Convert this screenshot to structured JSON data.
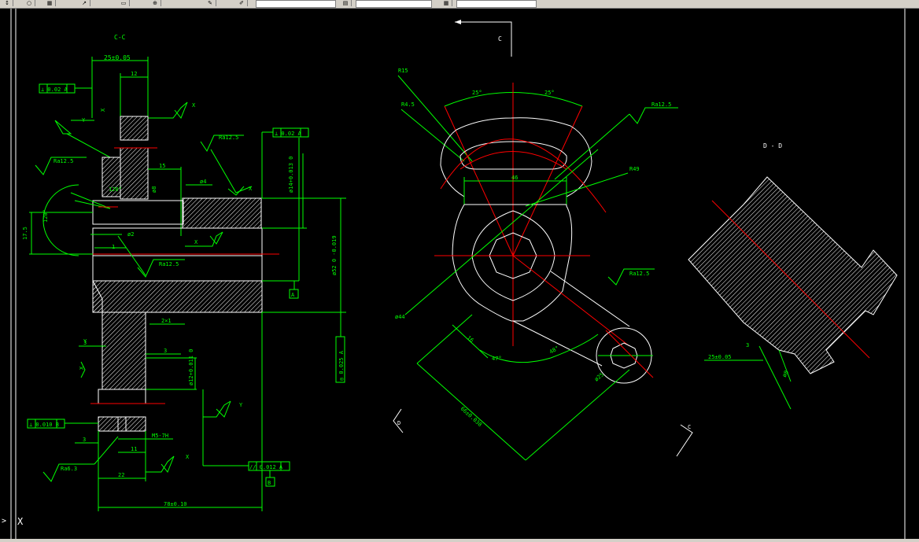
{
  "toolbar": {
    "icons": [
      "move-icon",
      "circle-icon",
      "grid-icon",
      "arrow-icon",
      "page-icon",
      "zoom-icon",
      "pen-icon",
      "brush-icon"
    ]
  },
  "drawing": {
    "view_cc": {
      "title": "C-C",
      "dim_width_top": "25±0.05",
      "dim_12": "12",
      "dim_15": "15",
      "dim_phi8": "ø8",
      "dim_phi4": "ø4",
      "dim_120": "120°",
      "dim_120b": "120°",
      "dim_phi2": "ø2",
      "dim_1": "1",
      "dim_17_5": "17.5",
      "dim_phi14": "ø14+0.013 0",
      "dim_phi52": "ø52 0 -0.019",
      "dim_2x1": "2×1",
      "dim_3a": "3",
      "dim_3b": "3",
      "dim_3c": "3",
      "dim_phi12": "ø12+0.011 0",
      "dim_m5": "M5-7H",
      "dim_11": "11",
      "dim_22": "22",
      "dim_78": "78±0.10",
      "ra_1": "Ra12.5",
      "ra_2": "Ra12.5",
      "ra_3": "Ra12.5",
      "ra_4": "Ra6.3",
      "tol_1": "⊥ 0.02 A",
      "tol_2": "⊥ 0.02 A",
      "tol_3": "⊥ 0.010 B",
      "tol_4": "// 0.012 A",
      "tol_5": "◎ 0.025 A",
      "datum_a": "A",
      "datum_b": "B",
      "label_x1": "X",
      "label_x2": "X",
      "label_x3": "X",
      "label_x4": "X",
      "label_x5": "X",
      "label_x6": "X",
      "label_y1": "Y",
      "label_y2": "Y",
      "label_y3": "Y"
    },
    "view_main": {
      "section_c": "C",
      "r15": "R15",
      "r4_5": "R4.5",
      "ang_25a": "25°",
      "ang_25b": "25°",
      "ra_1": "Ra12.5",
      "ra_2": "Ra12.5",
      "dim_46": "46",
      "r49": "R49",
      "phi44": "ø44",
      "dim_16": "16",
      "dim_47": "47°",
      "dim_48": "48°",
      "phi25": "ø25",
      "dim_66": "66±0.038",
      "label_d": "D",
      "label_c2": "C"
    },
    "view_dd": {
      "title": "D - D",
      "dim_25": "25±0.05",
      "dim_3": "3",
      "dim_8": "ø8"
    }
  },
  "colors": {
    "green": "#00ff00",
    "white": "#ffffff",
    "red": "#ff0000",
    "background": "#000000"
  }
}
